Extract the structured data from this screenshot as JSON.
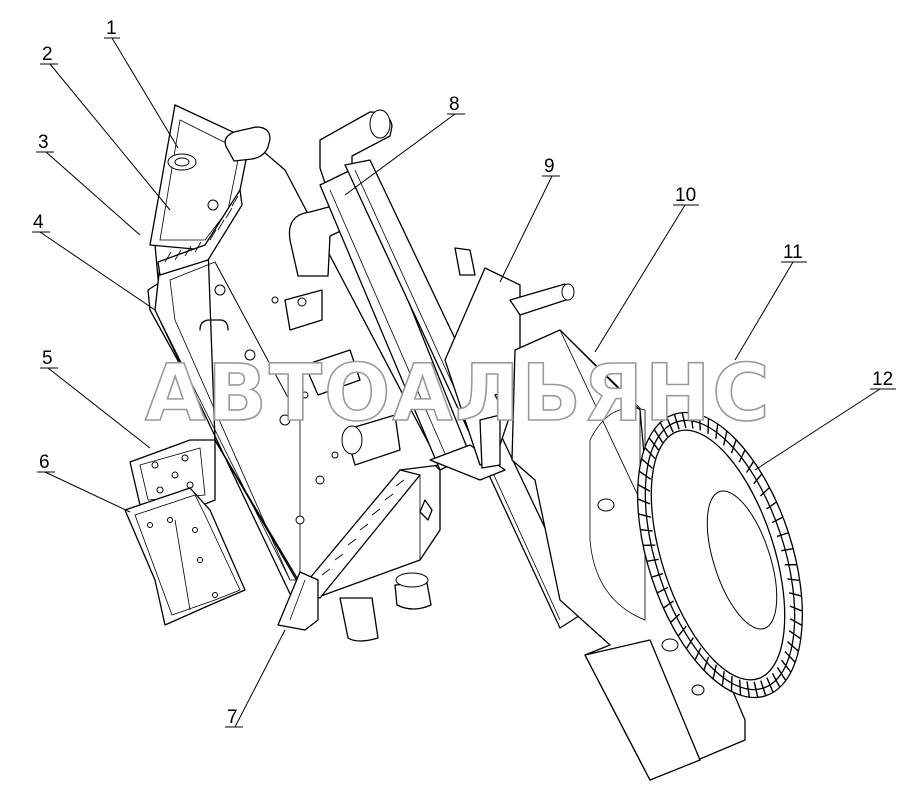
{
  "callouts": [
    {
      "id": "1",
      "label": "1"
    },
    {
      "id": "2",
      "label": "2"
    },
    {
      "id": "3",
      "label": "3"
    },
    {
      "id": "4",
      "label": "4"
    },
    {
      "id": "5",
      "label": "5"
    },
    {
      "id": "6",
      "label": "6"
    },
    {
      "id": "7",
      "label": "7"
    },
    {
      "id": "8",
      "label": "8"
    },
    {
      "id": "9",
      "label": "9"
    },
    {
      "id": "10",
      "label": "10"
    },
    {
      "id": "11",
      "label": "11"
    },
    {
      "id": "12",
      "label": "12"
    }
  ],
  "watermark": "АВТОАЛЬЯНС"
}
